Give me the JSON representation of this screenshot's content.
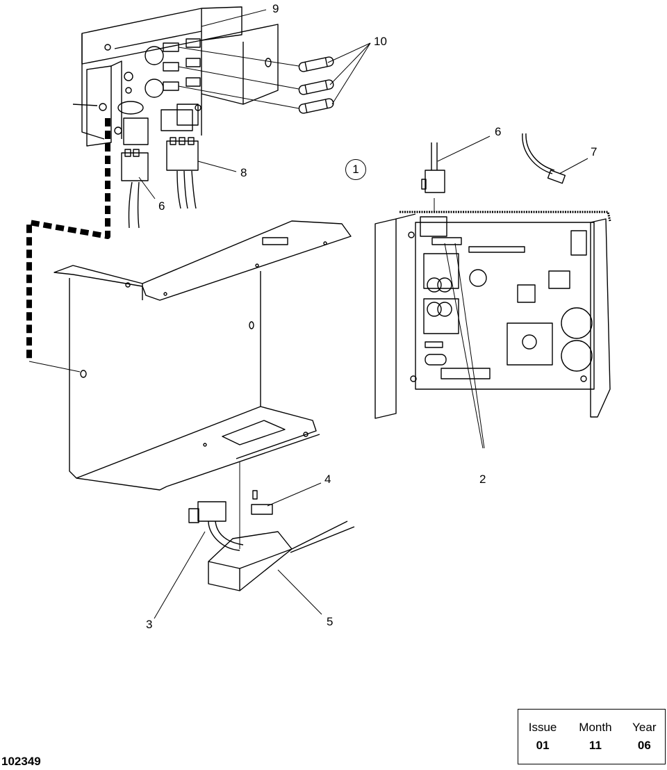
{
  "callouts": {
    "c9": "9",
    "c10": "10",
    "c6_top": "6",
    "c7": "7",
    "c8": "8",
    "c6_left": "6",
    "c1": "1",
    "c2": "2",
    "c4": "4",
    "c3": "3",
    "c5": "5"
  },
  "drawing_number": "102349",
  "issue_block": {
    "headers": [
      "Issue",
      "Month",
      "Year"
    ],
    "values": [
      "01",
      "11",
      "06"
    ]
  }
}
